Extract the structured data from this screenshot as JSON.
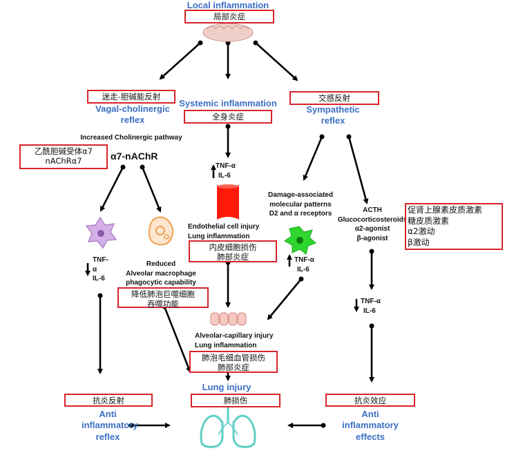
{
  "top": {
    "en": "Local inflammation",
    "cn": "局部炎症"
  },
  "left": {
    "cn": "迷走-胆碱能反射",
    "en1": "Vagal-cholinergic",
    "en2": "reflex",
    "pathway": "Increased Cholinergic pathway",
    "receptor_cn1": "乙酰胆碱受体α7",
    "receptor_cn2": "nAChRα7",
    "receptor_en": "α7-nAChR",
    "tnf": "TNF-α",
    "il6": "IL-6",
    "reduced": [
      "Reduced",
      "Alveolar macrophage",
      "phagocytic capability"
    ],
    "reduced_cn1": "降低肺泡巨噬细胞",
    "reduced_cn2": "吞噬功能",
    "anti_cn": "抗炎反射",
    "anti_en": [
      "Anti",
      "inflammatory",
      "reflex"
    ]
  },
  "center": {
    "en": "Systemic inflammation",
    "cn": "全身炎症",
    "tnf": "TNF-α",
    "il6": "IL-6",
    "endo": [
      "Endothelial cell injury",
      "Lung inflammation"
    ],
    "endo_cn1": "内皮细胞损伤",
    "endo_cn2": "肺部炎症",
    "alv": [
      "Alveolar-capillary injury",
      "Lung inflammation"
    ],
    "alv_cn1": "肺泡毛细血管损伤",
    "alv_cn2": "肺部炎症",
    "lung_en": "Lung injury",
    "lung_cn": "肺损伤"
  },
  "right": {
    "cn": "交感反射",
    "en1": "Sympathetic",
    "en2": "reflex",
    "damp": [
      "Damage-associated",
      "molecular patterns",
      "D2  and α receptors"
    ],
    "tnf": "TNF-α",
    "il6": "IL-6",
    "acth": [
      "ACTH",
      "Glucocorticosteroids",
      "α2-agonist",
      "β-agonist"
    ],
    "acth_cn": [
      "促肾上腺素皮质激素",
      "糖皮质激素",
      "α2激动",
      "β激动"
    ],
    "tnf2": "TNF-α",
    "il62": "IL-6",
    "anti_cn": "抗炎效应",
    "anti_en": [
      "Anti",
      "inflammatory",
      "effects"
    ]
  },
  "colors": {
    "blue_text": "#3a6fc4",
    "red_box": "#d8232a",
    "lung": "#5ecfc4",
    "vessel": "#ff1a0a",
    "green_cell": "#2ed62e",
    "purple_cell": "#c08ad8",
    "orange_cell": "#f0a050"
  }
}
